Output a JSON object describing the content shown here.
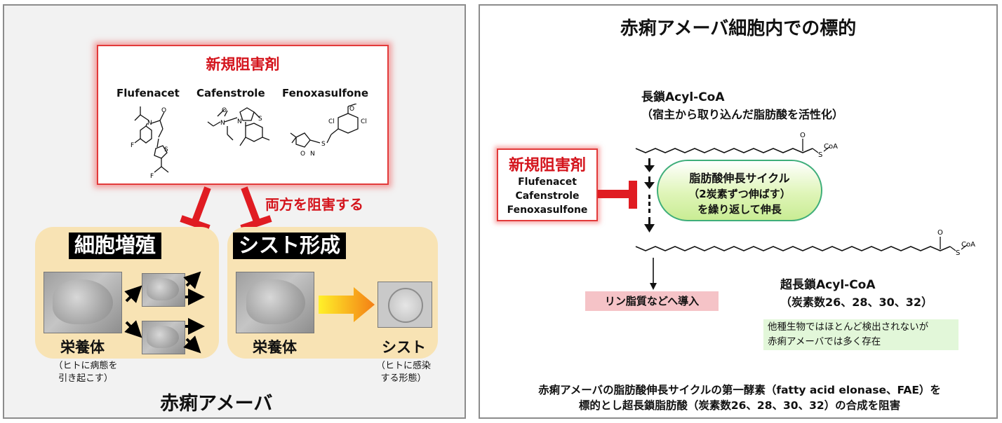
{
  "left": {
    "inhibitor_title": "新規阻害剤",
    "drugs": [
      "Flufenacet",
      "Cafenstrole",
      "Fenoxasulfone"
    ],
    "both_inhibit": "両方を阻害する",
    "proliferation_label": "細胞増殖",
    "cyst_label": "シスト形成",
    "trophozoite": "栄養体",
    "trophozoite_note_1": "（ヒトに病態を",
    "trophozoite_note_2": "引き起こす）",
    "trophozoite2": "栄養体",
    "cyst": "シスト",
    "cyst_note_1": "（ヒトに感染",
    "cyst_note_2": "する形態）",
    "bottom_title": "赤痢アメーバ"
  },
  "right": {
    "title": "赤痢アメーバ細胞内での標的",
    "long_acyl": "長鎖Acyl-CoA",
    "long_acyl_note": "（宿主から取り込んだ脂肪酸を活性化）",
    "inhibitor_title": "新規阻害剤",
    "drugs": [
      "Flufenacet",
      "Cafenstrole",
      "Fenoxasulfone"
    ],
    "cycle_line1": "脂肪酸伸長サイクル",
    "cycle_line2": "（2炭素ずつ伸ばす）",
    "cycle_line3": "を繰り返して伸長",
    "coa": "CoA",
    "s": "S",
    "o": "O",
    "lipid_intro": "リン脂質などへ導入",
    "very_long_acyl": "超長鎖Acyl-CoA",
    "very_long_note": "（炭素数26、28、30、32）",
    "green_note_1": "他種生物ではほとんど検出されないが",
    "green_note_2": "赤痢アメーバでは多く存在",
    "footer_1": "赤痢アメーバの脂肪酸伸長サイクルの第一酵素（fatty acid elonase、FAE）を",
    "footer_2": "標的とし超長鎖脂肪酸（炭素数26、28、30、32）の合成を阻害"
  },
  "colors": {
    "red": "#d4141c",
    "bubble": "#f8e3b4",
    "green_border": "#3fae7a"
  },
  "chem_atoms": {
    "f": "F",
    "n": "N",
    "o": "O",
    "s": "S",
    "cl": "Cl",
    "cf3": "F"
  }
}
